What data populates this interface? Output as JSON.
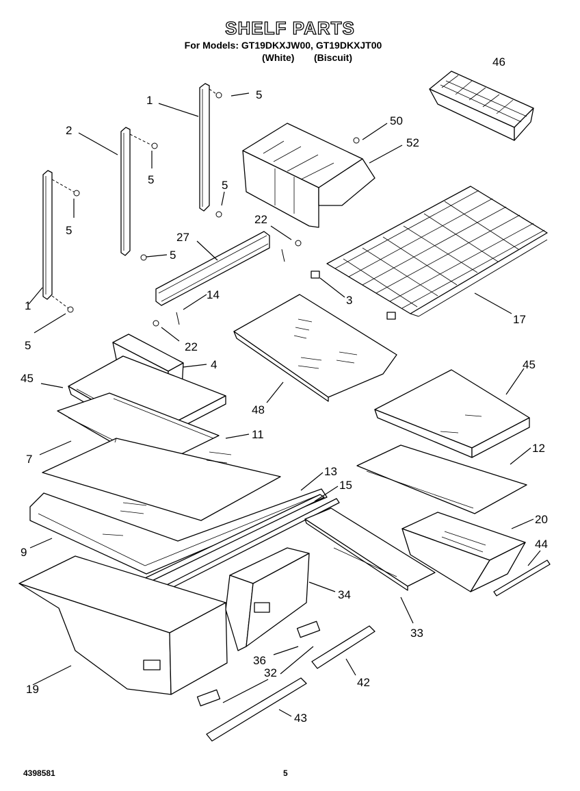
{
  "header": {
    "title": "SHELF PARTS",
    "models_line": "For Models: GT19DKXJW00, GT19DKXJT00",
    "variant_white": "(White)",
    "variant_biscuit": "(Biscuit)"
  },
  "footer": {
    "doc_number": "4398581",
    "page_number": "5"
  },
  "callouts": [
    {
      "id": "c1a",
      "text": "1"
    },
    {
      "id": "c5a",
      "text": "5"
    },
    {
      "id": "c2",
      "text": "2"
    },
    {
      "id": "c5b",
      "text": "5"
    },
    {
      "id": "c5c",
      "text": "5"
    },
    {
      "id": "c5d",
      "text": "5"
    },
    {
      "id": "c5e",
      "text": "5"
    },
    {
      "id": "c1b",
      "text": "1"
    },
    {
      "id": "c5f",
      "text": "5"
    },
    {
      "id": "c46",
      "text": "46"
    },
    {
      "id": "c50",
      "text": "50"
    },
    {
      "id": "c52",
      "text": "52"
    },
    {
      "id": "c22a",
      "text": "22"
    },
    {
      "id": "c27",
      "text": "27"
    },
    {
      "id": "c14",
      "text": "14"
    },
    {
      "id": "c22b",
      "text": "22"
    },
    {
      "id": "c3",
      "text": "3"
    },
    {
      "id": "c17",
      "text": "17"
    },
    {
      "id": "c4",
      "text": "4"
    },
    {
      "id": "c45a",
      "text": "45"
    },
    {
      "id": "c48",
      "text": "48"
    },
    {
      "id": "c45b",
      "text": "45"
    },
    {
      "id": "c7",
      "text": "7"
    },
    {
      "id": "c11",
      "text": "11"
    },
    {
      "id": "c12",
      "text": "12"
    },
    {
      "id": "c13",
      "text": "13"
    },
    {
      "id": "c15",
      "text": "15"
    },
    {
      "id": "c9",
      "text": "9"
    },
    {
      "id": "c20",
      "text": "20"
    },
    {
      "id": "c44",
      "text": "44"
    },
    {
      "id": "c34",
      "text": "34"
    },
    {
      "id": "c33",
      "text": "33"
    },
    {
      "id": "c36",
      "text": "36"
    },
    {
      "id": "c32",
      "text": "32"
    },
    {
      "id": "c42",
      "text": "42"
    },
    {
      "id": "c19",
      "text": "19"
    },
    {
      "id": "c43",
      "text": "43"
    }
  ]
}
